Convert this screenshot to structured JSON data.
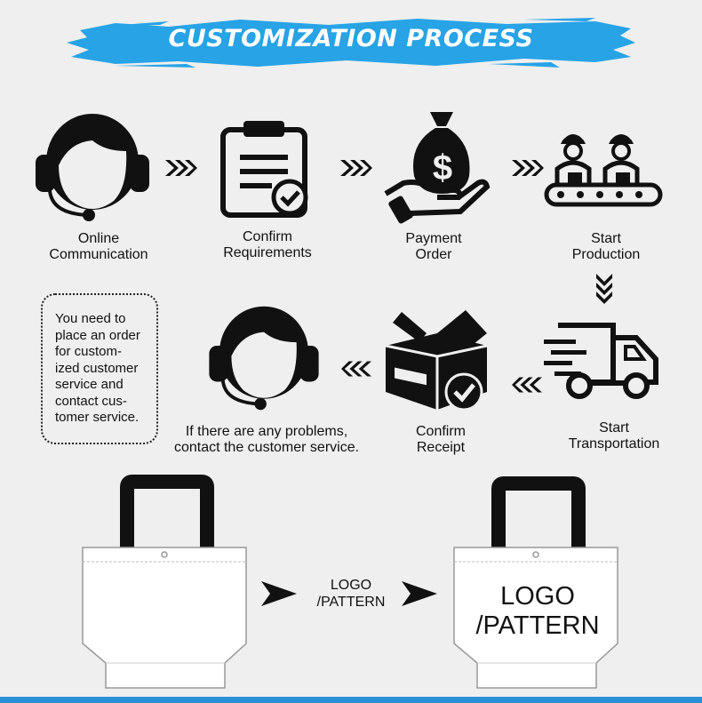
{
  "header": {
    "title": "CUSTOMIZATION PROCESS",
    "brush_color": "#27a3e6"
  },
  "steps": [
    {
      "label_line1": "Online",
      "label_line2": "Communication",
      "icon": "headset-agent-icon"
    },
    {
      "label_line1": "Confirm",
      "label_line2": "Requirements",
      "icon": "clipboard-check-icon"
    },
    {
      "label_line1": "Payment",
      "label_line2": "Order",
      "icon": "money-bag-hand-icon"
    },
    {
      "label_line1": "Start",
      "label_line2": "Production",
      "icon": "factory-workers-icon"
    },
    {
      "label_line1": "Start",
      "label_line2": "Transportation",
      "icon": "delivery-truck-icon"
    },
    {
      "label_line1": "Confirm",
      "label_line2": "Receipt",
      "icon": "box-check-icon"
    }
  ],
  "support": {
    "icon": "headset-agent-icon",
    "line1": "If there are any problems,",
    "line2": "contact the customer service."
  },
  "note": {
    "lines": [
      "You need to",
      "place an order",
      "for custom-",
      "ized customer",
      "service and",
      "contact cus-",
      "tomer service."
    ]
  },
  "bags": {
    "middle_line1": "LOGO",
    "middle_line2": "/PATTERN",
    "bag_line1": "LOGO",
    "bag_line2": "/PATTERN"
  },
  "colors": {
    "accent": "#2a8fd6",
    "icon": "#111111",
    "background": "#efefef"
  }
}
